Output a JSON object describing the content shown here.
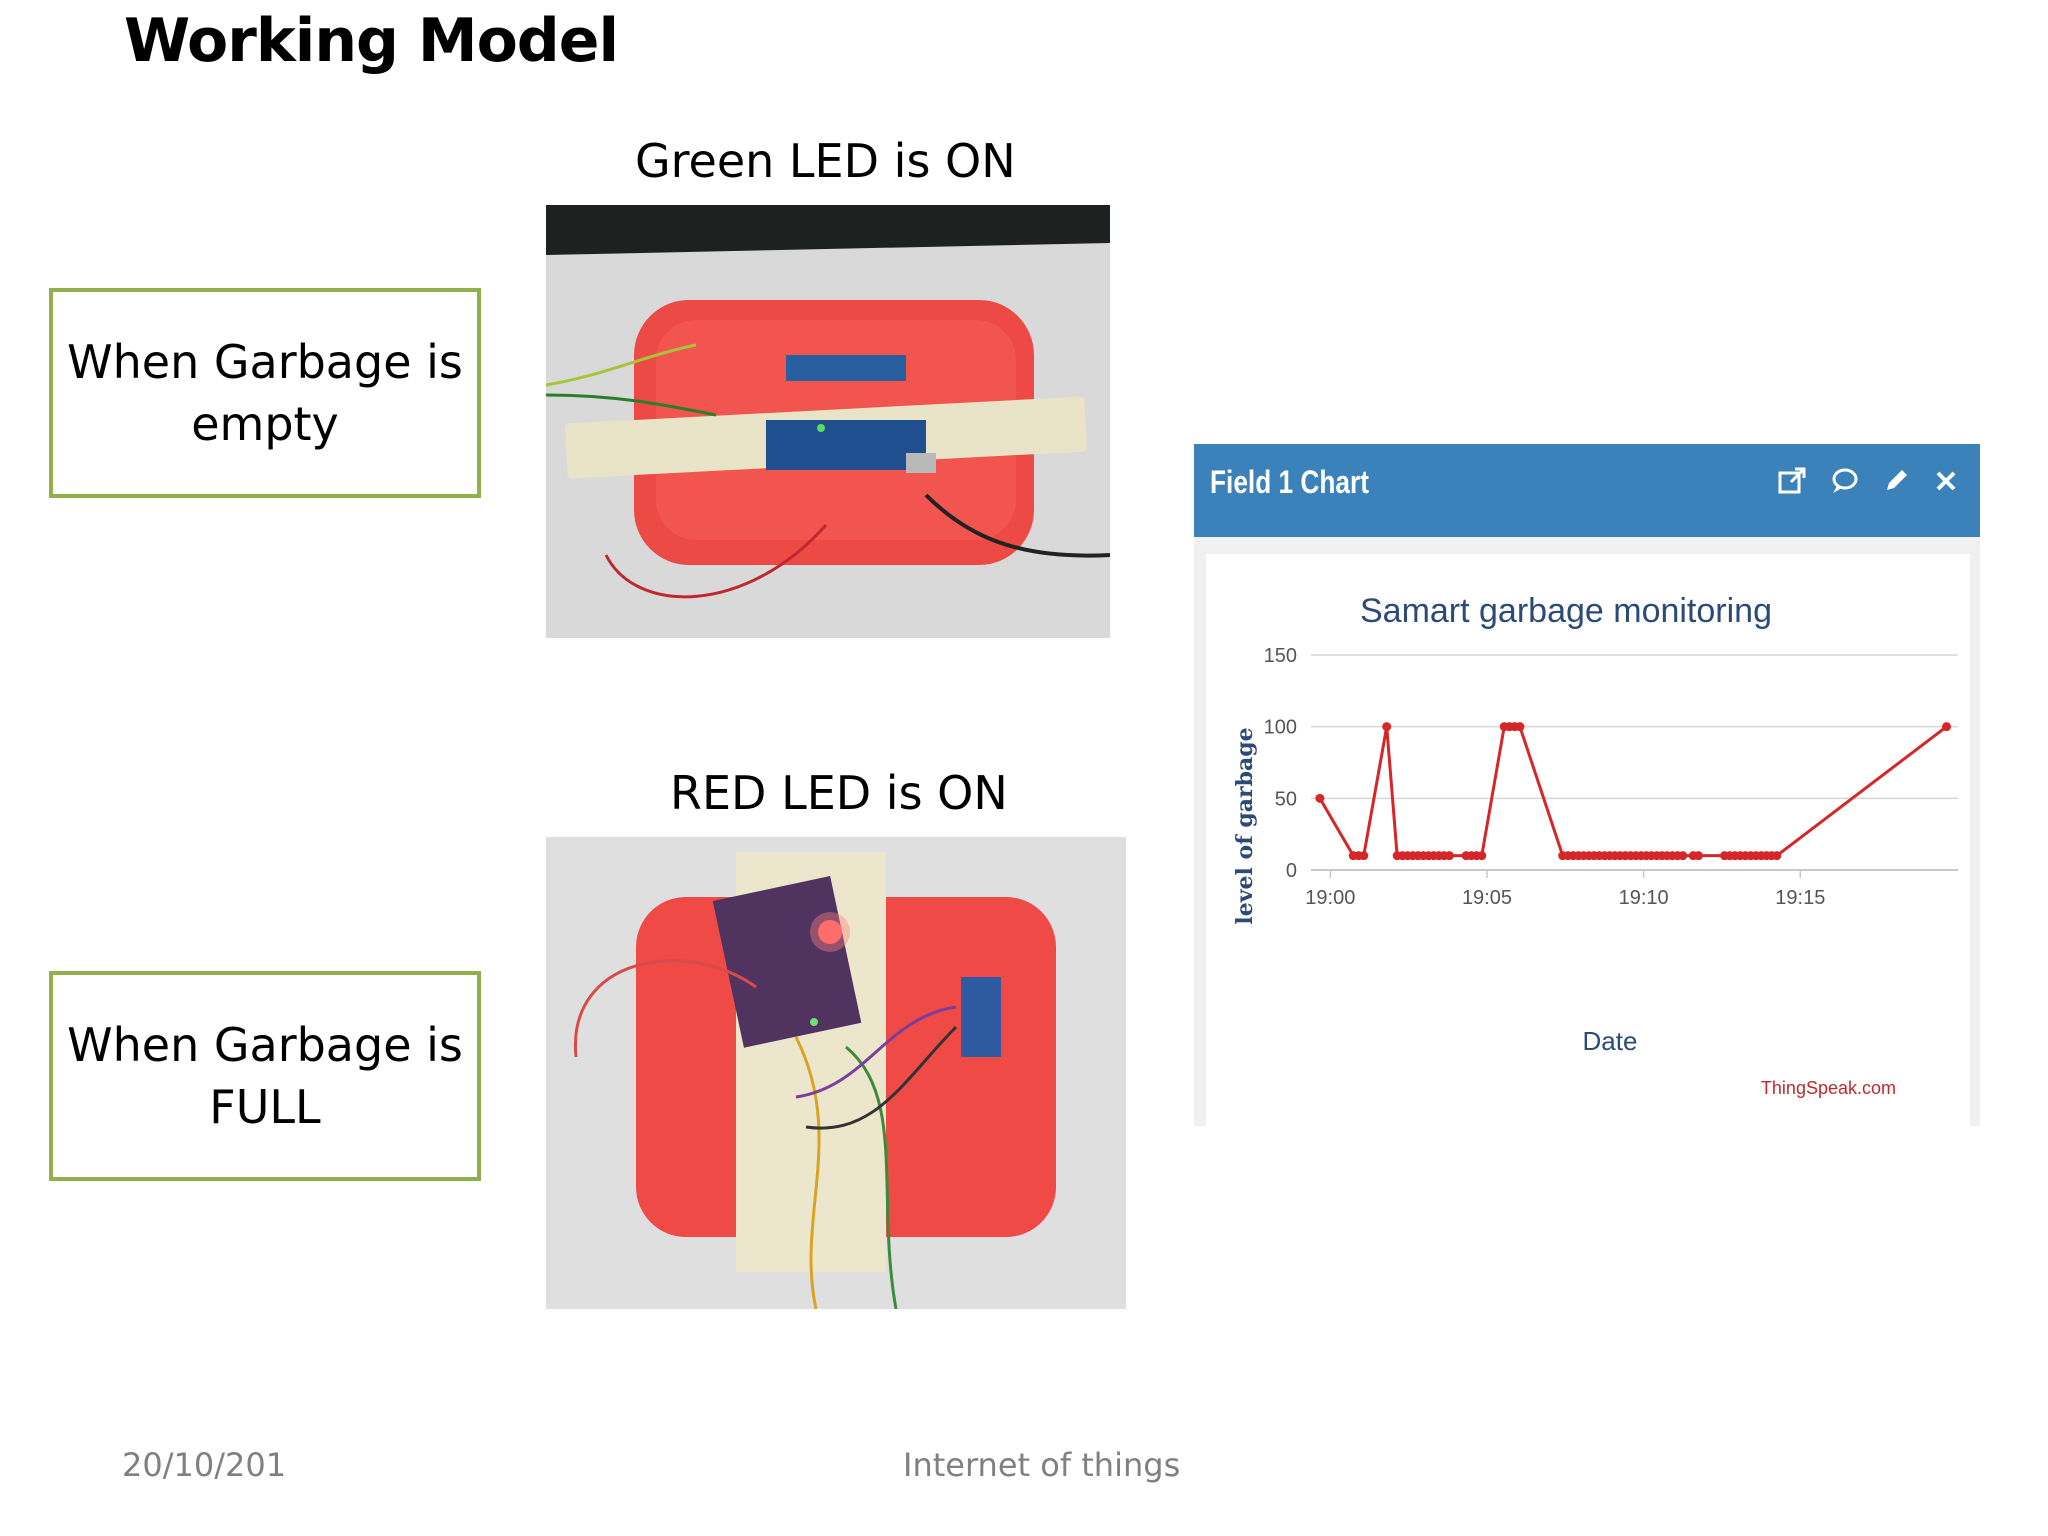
{
  "slide": {
    "title": "Working Model",
    "caption_green": "Green LED is ON",
    "caption_red": "RED LED is ON",
    "box_empty_line1": "When Garbage is",
    "box_empty_line2": "empty",
    "box_full_line1": "When Garbage is",
    "box_full_line2": "FULL",
    "footer_date": "20/10/201",
    "footer_center": "Internet of things"
  },
  "widget": {
    "title": "Field 1 Chart",
    "icons": [
      "external-link-icon",
      "comment-icon",
      "pencil-icon",
      "close-icon"
    ],
    "header_color": "#3a82b9"
  },
  "chart_data": {
    "type": "line",
    "title": "Samart garbage monitoring",
    "xlabel": "Date",
    "ylabel": "level of garbage",
    "credit": "ThingSpeak.com",
    "ylim": [
      0,
      150
    ],
    "yticks": [
      "0",
      "50",
      "100",
      "150"
    ],
    "xticks": [
      "19:00",
      "19:05",
      "19:10",
      "19:15"
    ],
    "xlim": [
      "18:59:23",
      "19:20:02"
    ],
    "grid": true,
    "line_color": "#d62728",
    "series": [
      {
        "x": [
          "18:59:40",
          "19:00:44",
          "19:00:54",
          "19:01:04",
          "19:01:48",
          "19:02:08",
          "19:02:18",
          "19:02:28",
          "19:02:38",
          "19:02:48",
          "19:02:58",
          "19:03:08",
          "19:03:18",
          "19:03:28",
          "19:03:38",
          "19:03:48",
          "19:04:20",
          "19:04:30",
          "19:04:40",
          "19:04:50",
          "19:05:33",
          "19:05:43",
          "19:05:53",
          "19:06:03",
          "19:07:25",
          "19:07:35",
          "19:07:45",
          "19:07:55",
          "19:08:05",
          "19:08:15",
          "19:08:25",
          "19:08:35",
          "19:08:45",
          "19:08:55",
          "19:09:05",
          "19:09:15",
          "19:09:25",
          "19:09:35",
          "19:09:45",
          "19:09:55",
          "19:10:05",
          "19:10:15",
          "19:10:25",
          "19:10:35",
          "19:10:45",
          "19:10:55",
          "19:11:05",
          "19:11:15",
          "19:11:35",
          "19:11:45",
          "19:12:35",
          "19:12:45",
          "19:12:55",
          "19:13:05",
          "19:13:15",
          "19:13:25",
          "19:13:35",
          "19:13:45",
          "19:13:55",
          "19:14:05",
          "19:14:15",
          "19:19:40"
        ],
        "y": [
          50,
          10,
          10,
          10,
          100,
          10,
          10,
          10,
          10,
          10,
          10,
          10,
          10,
          10,
          10,
          10,
          10,
          10,
          10,
          10,
          100,
          100,
          100,
          100,
          10,
          10,
          10,
          10,
          10,
          10,
          10,
          10,
          10,
          10,
          10,
          10,
          10,
          10,
          10,
          10,
          10,
          10,
          10,
          10,
          10,
          10,
          10,
          10,
          10,
          10,
          10,
          10,
          10,
          10,
          10,
          10,
          10,
          10,
          10,
          10,
          10,
          100
        ]
      }
    ]
  }
}
